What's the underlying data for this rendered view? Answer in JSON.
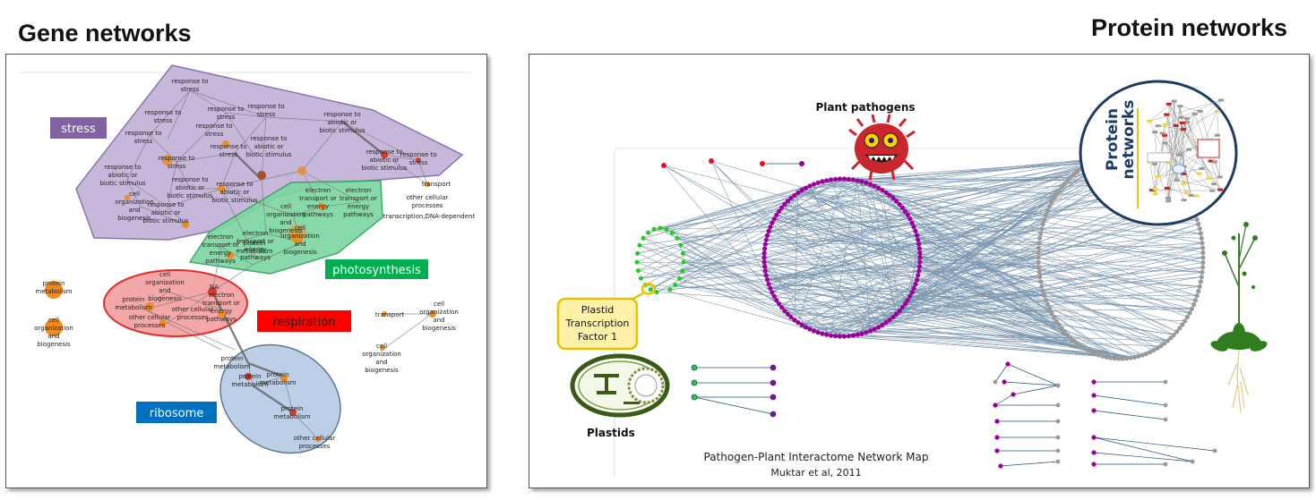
{
  "gene_panel": {
    "heading": "Gene networks",
    "clusters": {
      "stress": "stress",
      "photosynthesis": "photosynthesis",
      "respiration": "respiration",
      "ribosome": "ribosome"
    },
    "colors": {
      "stress_fill": "#c3b3d8",
      "stress_label": "#8064a2",
      "photosynthesis_fill": "#7ed6a2",
      "photosynthesis_label": "#00b050",
      "respiration_fill": "#f4a0a0",
      "respiration_label": "#ff0000",
      "ribosome_fill": "#b8cce4",
      "ribosome_label": "#0070c0",
      "node": "#f08c1e"
    },
    "labels": {
      "rts1": "response to",
      "rts1b": "stress",
      "rts2": "response to",
      "rts2b": "stress",
      "rts3": "response to",
      "rts3b": "stress",
      "rts4": "response to",
      "rts4b": "stress",
      "rts5": "response to",
      "rts5b": "stress",
      "rts6": "response to",
      "rts6b": "stress",
      "rts7": "response to",
      "rts7b": "stress",
      "rts8": "response to",
      "rts8b": "stress",
      "rts9": "response to",
      "rts9b": "stress",
      "rab1a": "response to",
      "rab1b": "abiotic or",
      "rab1c": "biotic stimulus",
      "rab2a": "response to",
      "rab2b": "abiotic or",
      "rab2c": "biotic stimulus",
      "rab3a": "response to",
      "rab3b": "abiotic or",
      "rab3c": "biotic stimulus",
      "rab4a": "response to",
      "rab4b": "abiotic or",
      "rab4c": "biotic stimulus",
      "rab5a": "response to",
      "rab5b": "abiotic or",
      "rab5c": "biotic stimulus",
      "rab6a": "response to",
      "rab6b": "abiotic or",
      "rab6c": "biotic stimulus",
      "cob1a": "cell",
      "cob1b": "organization",
      "cob1c": "and",
      "cob1d": "biogenesis",
      "transport1": "transport",
      "ocp1a": "other cellular",
      "ocp1b": "processes",
      "tdna": "transcription,DNA-dependent",
      "cob2a": "cell",
      "cob2b": "organization",
      "cob2c": "and",
      "cob2d": "biogenesis",
      "etep1a": "electron",
      "etep1b": "transport or",
      "etep1c": "energy",
      "etep1d": "pathways",
      "etep2a": "electron",
      "etep2b": "transport or",
      "etep2c": "energy",
      "etep2d": "pathways",
      "etep3a": "electron",
      "etep3b": "transport or",
      "etep3c": "energy",
      "etep3d": "pathways",
      "etep4a": "electron",
      "etep4b": "transport or",
      "etep4c": "energy",
      "etep4d": "pathways",
      "pm1a": "protein",
      "pm1b": "metabolism",
      "cob3a": "cell",
      "cob3b": "organization",
      "cob3c": "and",
      "cob3d": "biogenesis",
      "pm2a": "protein",
      "pm2b": "metabolism",
      "cob4a": "cell",
      "cob4b": "organization",
      "cob4c": "and",
      "cob4d": "biogenesis",
      "cob5a": "cell",
      "cob5b": "organization",
      "cob5c": "and",
      "cob5d": "biogenesis",
      "pm3a": "protein",
      "pm3b": "metabolism",
      "ocp2a": "other cellular",
      "ocp2b": "processes",
      "ocp3a": "other cellular",
      "ocp3b": "processes",
      "na": "NA",
      "etep5a": "electron",
      "etep5b": "transport or",
      "etep5c": "energy",
      "etep5d": "pathways",
      "transport2": "transport",
      "cob6a": "cell",
      "cob6b": "organization",
      "cob6c": "and",
      "cob6d": "biogenesis",
      "cob7a": "cell",
      "cob7b": "organization",
      "cob7c": "and",
      "cob7d": "biogenesis",
      "pm4a": "protein",
      "pm4b": "metabolism",
      "pm5a": "protein",
      "pm5b": "metabolism",
      "pm6a": "protein",
      "pm6b": "metabolism",
      "pm7a": "protein",
      "pm7b": "metabolism",
      "ocp4a": "other cellular",
      "ocp4b": "processes"
    }
  },
  "protein_panel": {
    "heading": "Protein networks",
    "plant_pathogens": "Plant pathogens",
    "plastid_tf_line1": "Plastid",
    "plastid_tf_line2": "Transcription",
    "plastid_tf_line3": "Factor 1",
    "plastids": "Plastids",
    "map_title": "Pathogen-Plant Interactome Network Map",
    "map_citation": "Muktar et al, 2011",
    "inset_label_line1": "Protein",
    "inset_label_line2": "networks",
    "colors": {
      "edge": "#1f4e79",
      "purple_node": "#9b009b",
      "gray_node": "#9a9a9a",
      "green_node": "#22cc22",
      "red_node": "#e0102a",
      "callout_fill": "#fff2a8",
      "callout_border": "#e6c200",
      "inset_border": "#1f3b63"
    }
  }
}
